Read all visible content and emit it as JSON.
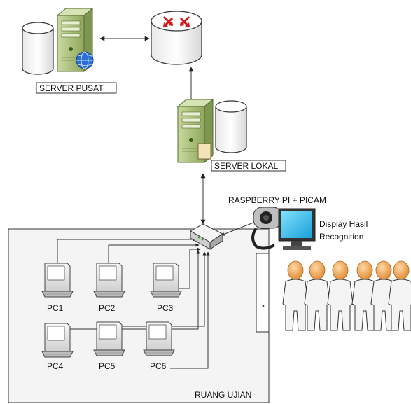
{
  "labels": {
    "server_pusat": "SERVER PUSAT",
    "server_lokal": "SERVER LOKAL",
    "raspberry": "RASPBERRY PI + PICAM",
    "display_line1": "Display Hasil",
    "display_line2": "Recognition",
    "room": "RUANG UJIAN"
  },
  "pcs": [
    "PC1",
    "PC2",
    "PC3",
    "PC4",
    "PC5",
    "PC6"
  ],
  "icons": {
    "server": "server-icon",
    "database": "database-icon",
    "router": "router-icon",
    "switch": "switch-icon",
    "webcam": "webcam-icon",
    "monitor": "monitor-icon",
    "computer": "computer-icon",
    "door": "door-icon",
    "person": "person-icon"
  },
  "colors": {
    "server_green": "#a8c07a",
    "router_red": "#e02020",
    "monitor_blue": "#29b6e8",
    "person_orange": "#f0a050",
    "person_white": "#f4f4f4",
    "room_fill": "#f4f4f4"
  }
}
